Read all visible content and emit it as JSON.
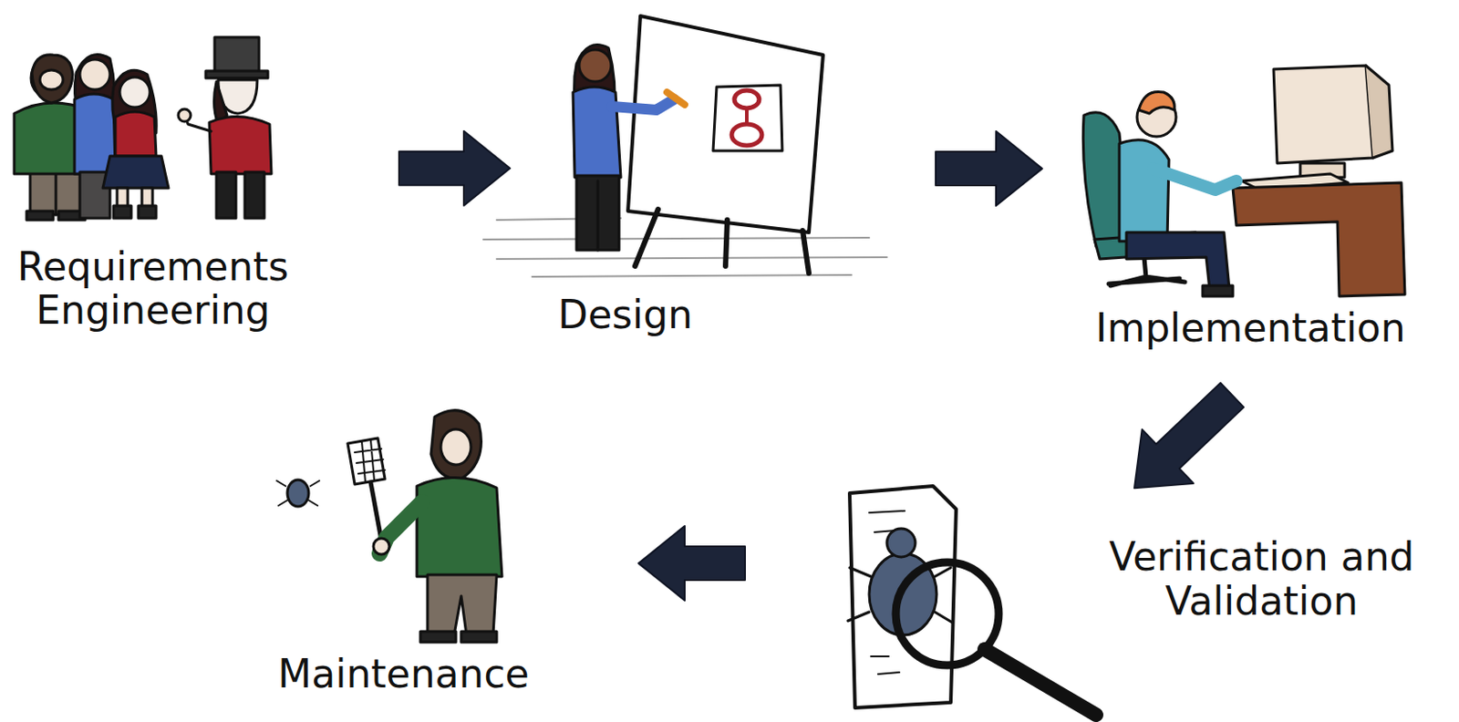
{
  "diagram": {
    "nodes": [
      {
        "text": [
          "Requirements Engineering"
        ]
      },
      {
        "text": [
          "Design"
        ]
      },
      {
        "text": [
          "Implementation"
        ]
      },
      {
        "text": [
          "Verification and Validation"
        ]
      },
      {
        "text": [
          "Maintenance"
        ]
      }
    ],
    "edges": [
      {
        "from": 0,
        "to": 1,
        "arrow": "to"
      },
      {
        "from": 1,
        "to": 2,
        "arrow": "to"
      },
      {
        "from": 2,
        "to": 3,
        "arrow": "to"
      },
      {
        "from": 3,
        "to": 4,
        "arrow": "to"
      }
    ]
  }
}
